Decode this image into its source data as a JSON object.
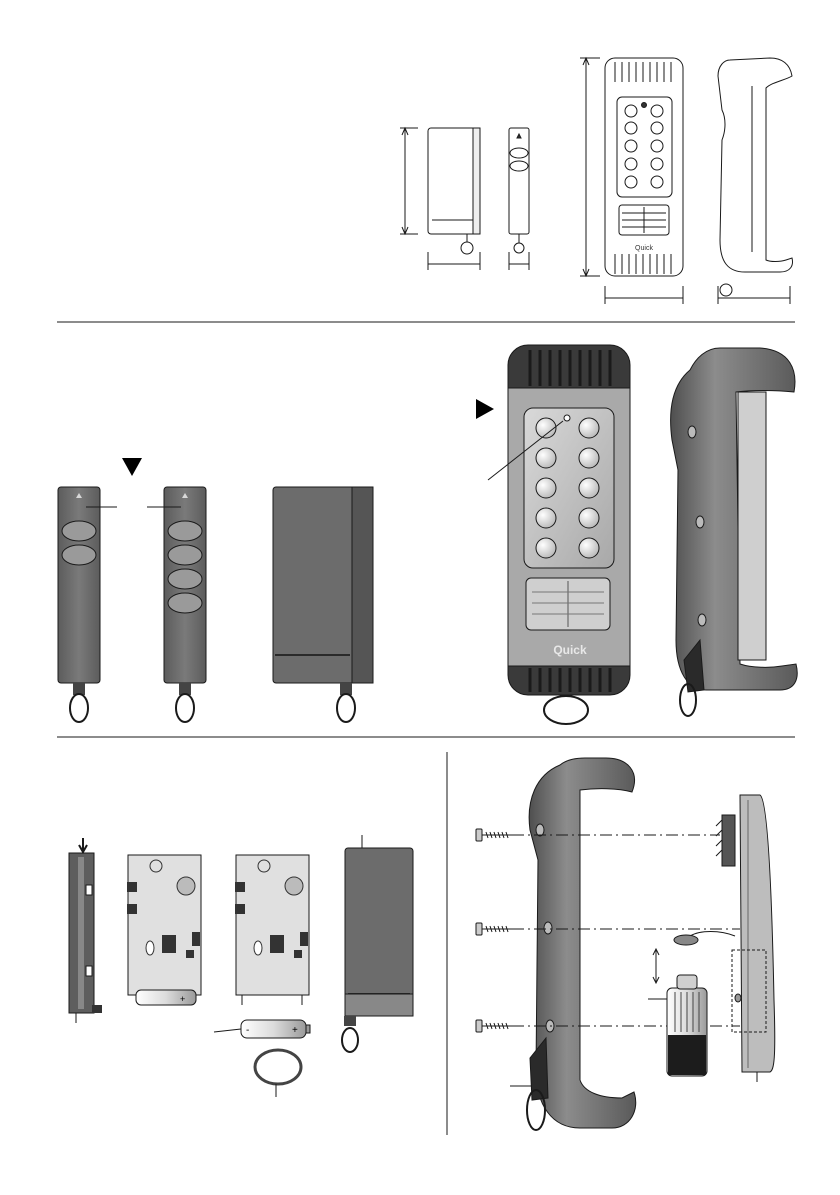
{
  "brand": {
    "logo_text": "Quick"
  },
  "colors": {
    "line": "#1a1a1a",
    "body_dark": "#6e6e6e",
    "body_mid": "#8a8a8a",
    "body_light": "#d4d4d4",
    "panel": "#bcbcbc",
    "button": "#e6e6e6",
    "paper": "#ffffff",
    "arrow": "#000000"
  },
  "sections": [
    {
      "id": "dimensions",
      "content": "dimension drawings of remote controls and wall holder"
    },
    {
      "id": "models",
      "content": "remote control models and wall holder front/side views"
    },
    {
      "id": "battery",
      "content": "battery replacement sequence"
    },
    {
      "id": "mounting",
      "content": "wall holder mounting with screws"
    }
  ],
  "icons": {
    "section_arrow_down": "triangle-down-icon",
    "section_arrow_right": "triangle-right-icon",
    "keyring": "keyring-icon",
    "screw": "screw-icon",
    "battery": "battery-icon"
  }
}
